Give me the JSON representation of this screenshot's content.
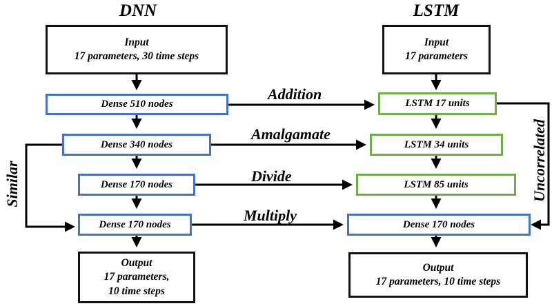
{
  "dnn": {
    "heading": "DNN",
    "input": {
      "line1": "Input",
      "line2": "17 parameters, 30 time steps"
    },
    "layers": [
      "Dense 510 nodes",
      "Dense 340 nodes",
      "Dense 170 nodes",
      "Dense 170 nodes"
    ],
    "output": {
      "line1": "Output",
      "line2": "17 parameters,",
      "line3": "10 time steps"
    }
  },
  "lstm": {
    "heading": "LSTM",
    "input": {
      "line1": "Input",
      "line2": "17 parameters"
    },
    "layers": [
      "LSTM 17 units",
      "LSTM 34 units",
      "LSTM 85 units",
      "Dense 170 nodes"
    ],
    "output": {
      "line1": "Output",
      "line2": "17 parameters, 10 time steps"
    }
  },
  "connections": {
    "addition": "Addition",
    "amalgamate": "Amalgamate",
    "divide": "Divide",
    "multiply": "Multiply",
    "similar": "Similar",
    "uncorrelated": "Uncorrelated"
  },
  "colors": {
    "dense_border": "#4472c4",
    "lstm_border": "#70ad47",
    "io_border": "#111111",
    "arrow": "#000000"
  }
}
